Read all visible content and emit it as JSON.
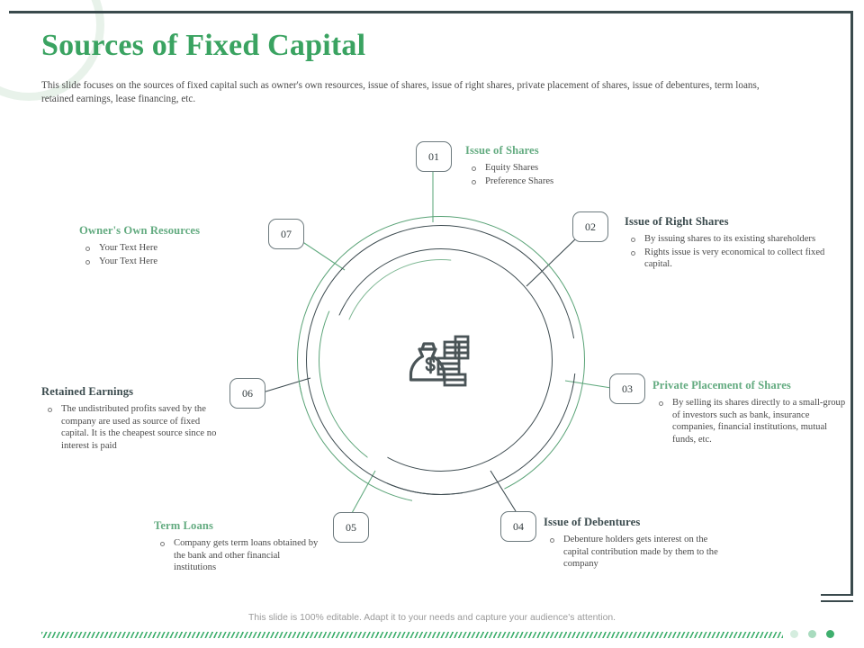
{
  "slide": {
    "title": "Sources of Fixed Capital",
    "subtitle": "This slide focuses on the sources of fixed capital such as owner's own resources, issue of shares, issue of right shares, private placement of shares, issue of debentures, term loans, retained earnings, lease financing, etc.",
    "footer_note": "This slide is 100% editable. Adapt it to your needs and capture your audience's attention.",
    "accent_green": "#3aa361",
    "dark_ink": "#3a4a4d",
    "center_icon": "money-bag-coins-icon"
  },
  "items": [
    {
      "number": "01",
      "heading": "Issue of Shares",
      "heading_color": "green",
      "bullets": [
        "Equity Shares",
        "Preference Shares"
      ]
    },
    {
      "number": "02",
      "heading": "Issue of Right Shares",
      "heading_color": "dark",
      "bullets": [
        "By issuing shares to its existing shareholders",
        "Rights issue is very economical to collect fixed capital."
      ]
    },
    {
      "number": "03",
      "heading": "Private Placement of Shares",
      "heading_color": "green",
      "bullets": [
        "By selling its shares directly to a small-group of investors such as bank, insurance companies, financial institutions, mutual funds, etc."
      ]
    },
    {
      "number": "04",
      "heading": "Issue of Debentures",
      "heading_color": "dark",
      "bullets": [
        "Debenture holders gets interest on the capital contribution made by them to the company"
      ]
    },
    {
      "number": "05",
      "heading": "Term Loans",
      "heading_color": "green",
      "bullets": [
        "Company gets term loans obtained by the bank and other financial institutions"
      ]
    },
    {
      "number": "06",
      "heading": "Retained Earnings",
      "heading_color": "dark",
      "bullets": [
        "The undistributed profits saved by the company are used as source of fixed capital. It is the cheapest source since no interest is paid"
      ]
    },
    {
      "number": "07",
      "heading": "Owner's Own Resources",
      "heading_color": "green",
      "bullets": [
        "Your Text Here",
        "Your Text Here"
      ]
    }
  ]
}
